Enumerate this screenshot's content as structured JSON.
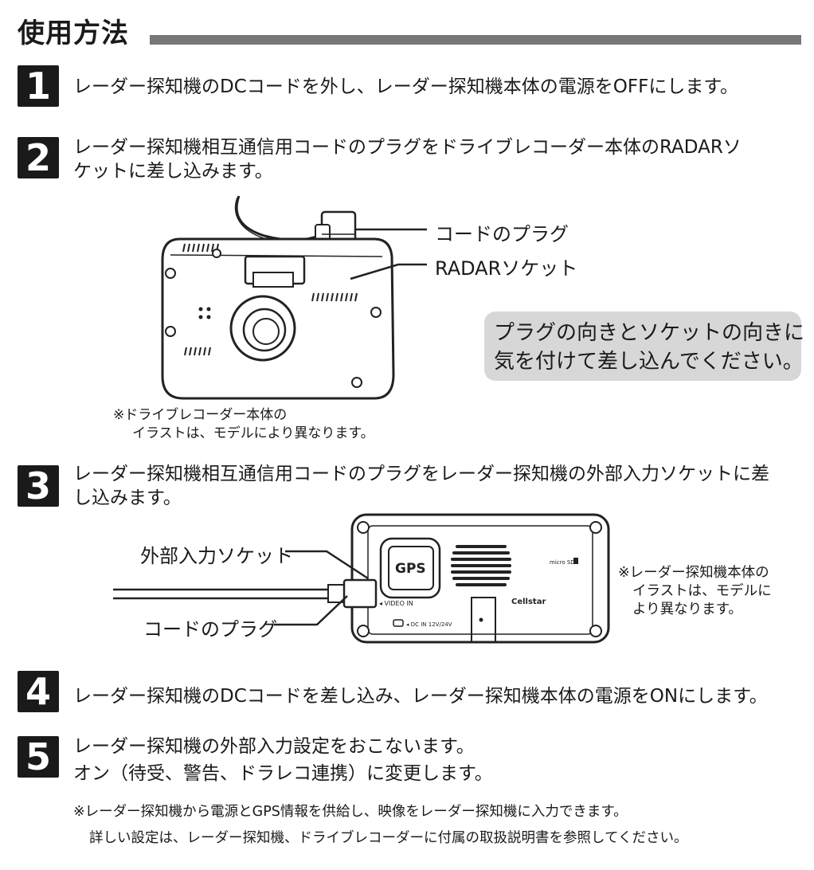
{
  "title": "使用方法",
  "steps": [
    {
      "num": "1",
      "text": "レーダー探知機のDCコードを外し、レーダー探知機本体の電源をOFFにします。"
    },
    {
      "num": "2",
      "line1": "レーダー探知機相互通信用コードのプラグをドライブレコーダー本体のRADARソ",
      "line2": "ケットに差し込みます。"
    },
    {
      "num": "3",
      "line1": "レーダー探知機相互通信用コードのプラグをレーダー探知機の外部入力ソケットに差",
      "line2": "し込みます。"
    },
    {
      "num": "4",
      "text": "レーダー探知機のDCコードを差し込み、レーダー探知機本体の電源をONにします。"
    },
    {
      "num": "5",
      "line1": "レーダー探知機の外部入力設定をおこないます。",
      "line2": "オン（待受、警告、ドラレコ連携）に変更します。"
    }
  ],
  "figure1": {
    "label_plug": "コードのプラグ",
    "label_socket": "RADARソケット",
    "callout_line1": "プラグの向きとソケットの向きに",
    "callout_line2": "気を付けて差し込んでください。",
    "note_line1": "※ドライブレコーダー本体の",
    "note_line2": "イラストは、モデルにより異なります。"
  },
  "figure2": {
    "label_socket": "外部入力ソケット",
    "label_plug": "コードのプラグ",
    "gps": "GPS",
    "video_in": "◂ VIDEO IN",
    "dc_in": "◂ DC IN 12V/24V",
    "brand": "Cellstar",
    "micro_sd": "micro SD",
    "note_line1": "※レーダー探知機本体の",
    "note_line2": "イラストは、モデルに",
    "note_line3": "より異なります。"
  },
  "footer": {
    "line1": "※レーダー探知機から電源とGPS情報を供給し、映像をレーダー探知機に入力できます。",
    "line2": "詳しい設定は、レーダー探知機、ドライブレコーダーに付属の取扱説明書を参照してください。"
  }
}
